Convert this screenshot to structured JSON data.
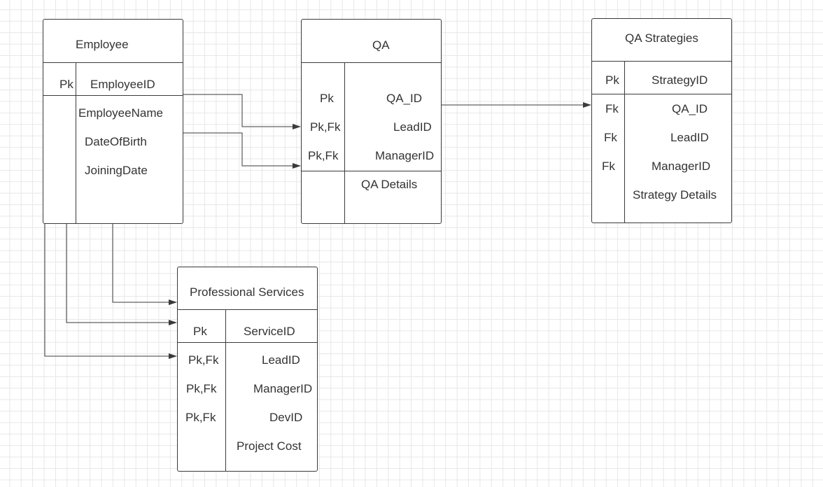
{
  "entities": {
    "employee": {
      "title": "Employee",
      "pk_marker": "Pk",
      "pk_field": "EmployeeID",
      "fields": [
        "EmployeeName",
        "DateOfBirth",
        "JoiningDate"
      ]
    },
    "qa": {
      "title": "QA",
      "keys": [
        {
          "marker": "Pk",
          "field": "QA_ID"
        },
        {
          "marker": "Pk,Fk",
          "field": "LeadID"
        },
        {
          "marker": "Pk,Fk",
          "field": "ManagerID"
        }
      ],
      "details": "QA Details"
    },
    "qa_strategies": {
      "title": "QA Strategies",
      "pk_marker": "Pk",
      "pk_field": "StrategyID",
      "rows": [
        {
          "marker": "Fk",
          "field": "QA_ID"
        },
        {
          "marker": "Fk",
          "field": "LeadID"
        },
        {
          "marker": "Fk",
          "field": "ManagerID"
        }
      ],
      "details": "Strategy Details"
    },
    "professional_services": {
      "title": "Professional Services",
      "pk_marker": "Pk",
      "pk_field": "ServiceID",
      "rows": [
        {
          "marker": "Pk,Fk",
          "field": "LeadID"
        },
        {
          "marker": "Pk,Fk",
          "field": "ManagerID"
        },
        {
          "marker": "Pk,Fk",
          "field": "DevID"
        }
      ],
      "details": "Project Cost"
    }
  },
  "colors": {
    "line": "#3a3a3a",
    "text": "#333333",
    "grid": "#e7e7e7",
    "background": "#ffffff"
  }
}
